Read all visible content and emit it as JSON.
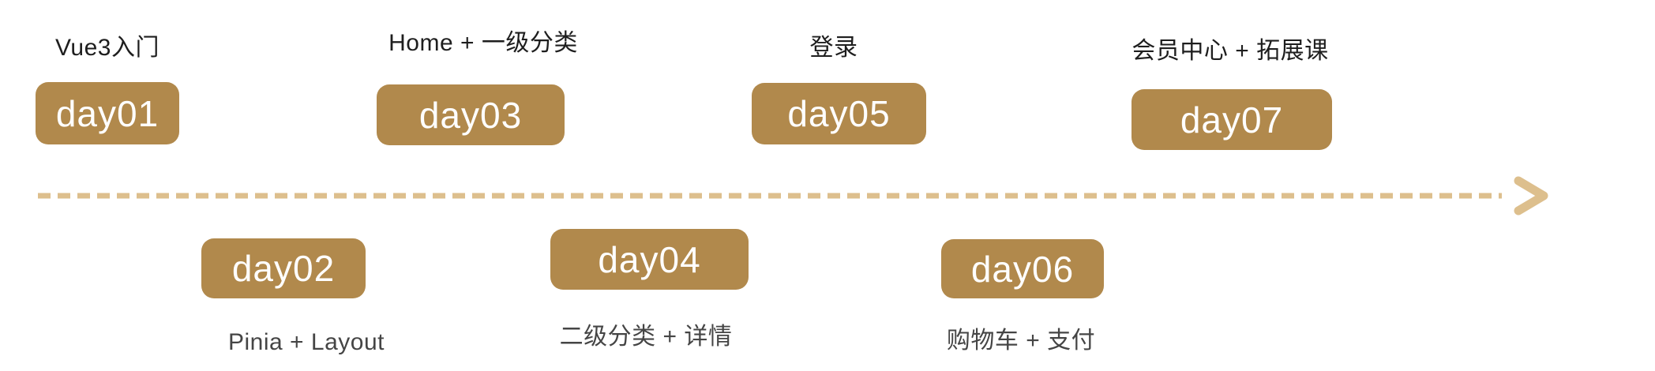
{
  "diagram": {
    "type": "timeline",
    "direction": "left-to-right",
    "colors": {
      "badge_bg": "#b1894c",
      "badge_text": "#ffffff",
      "arrow": "#ddbf8d",
      "caption_top": "#1e1e1e",
      "caption_bottom": "#454545"
    },
    "days": [
      {
        "label": "day01",
        "caption": "Vue3入门",
        "side": "top"
      },
      {
        "label": "day02",
        "caption": "Pinia + Layout",
        "side": "bottom"
      },
      {
        "label": "day03",
        "caption": "Home + 一级分类",
        "side": "top"
      },
      {
        "label": "day04",
        "caption": "二级分类 + 详情",
        "side": "bottom"
      },
      {
        "label": "day05",
        "caption": "登录",
        "side": "top"
      },
      {
        "label": "day06",
        "caption": "购物车 + 支付",
        "side": "bottom"
      },
      {
        "label": "day07",
        "caption": "会员中心 + 拓展课",
        "side": "top"
      }
    ]
  }
}
